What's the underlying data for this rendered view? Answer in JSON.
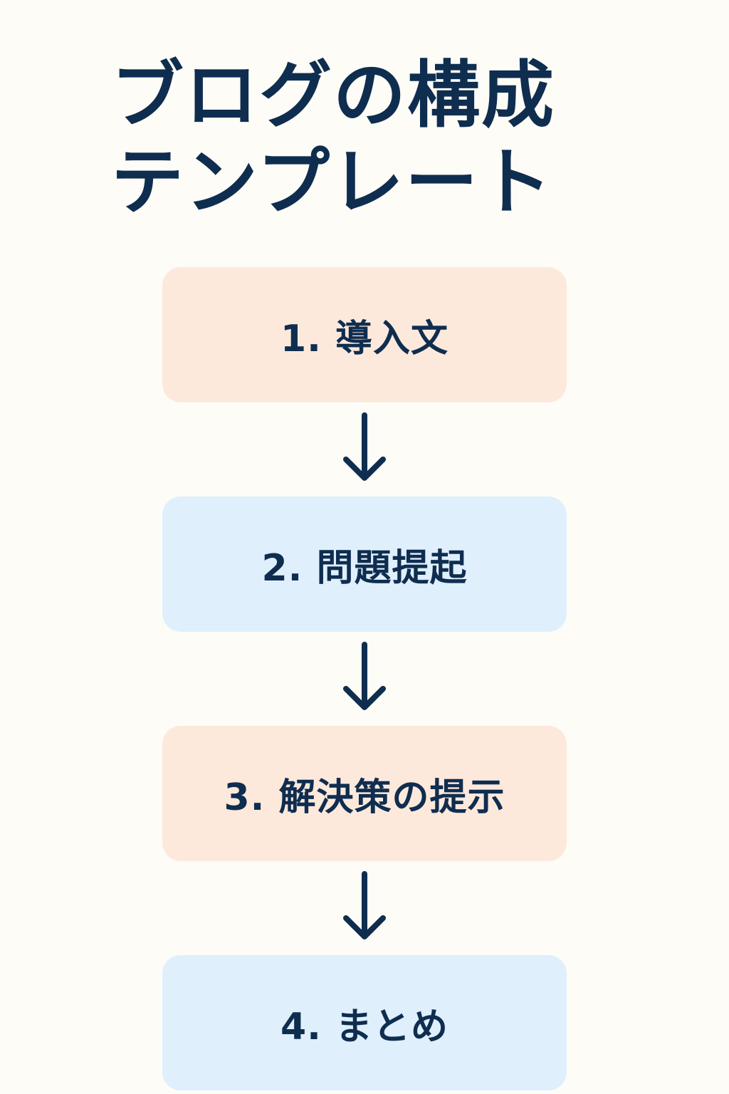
{
  "page": {
    "title_lines": [
      "ブログの構成",
      "テンプレート"
    ]
  },
  "steps": [
    {
      "label": "1. 導入文",
      "color": "#fde9dc"
    },
    {
      "label": "2. 問題提起",
      "color": "#dfeffc"
    },
    {
      "label": "3. 解決策の提示",
      "color": "#fde9dc"
    },
    {
      "label": "4. まとめ",
      "color": "#dfeffc"
    }
  ],
  "connectors": [
    {
      "icon": "down-arrow-icon"
    },
    {
      "icon": "down-arrow-icon"
    },
    {
      "icon": "down-arrow-icon"
    }
  ],
  "colors": {
    "text": "#0f2d4f",
    "background": "#fdfcf7",
    "warm_box": "#fde9dc",
    "cool_box": "#dfeffc"
  }
}
